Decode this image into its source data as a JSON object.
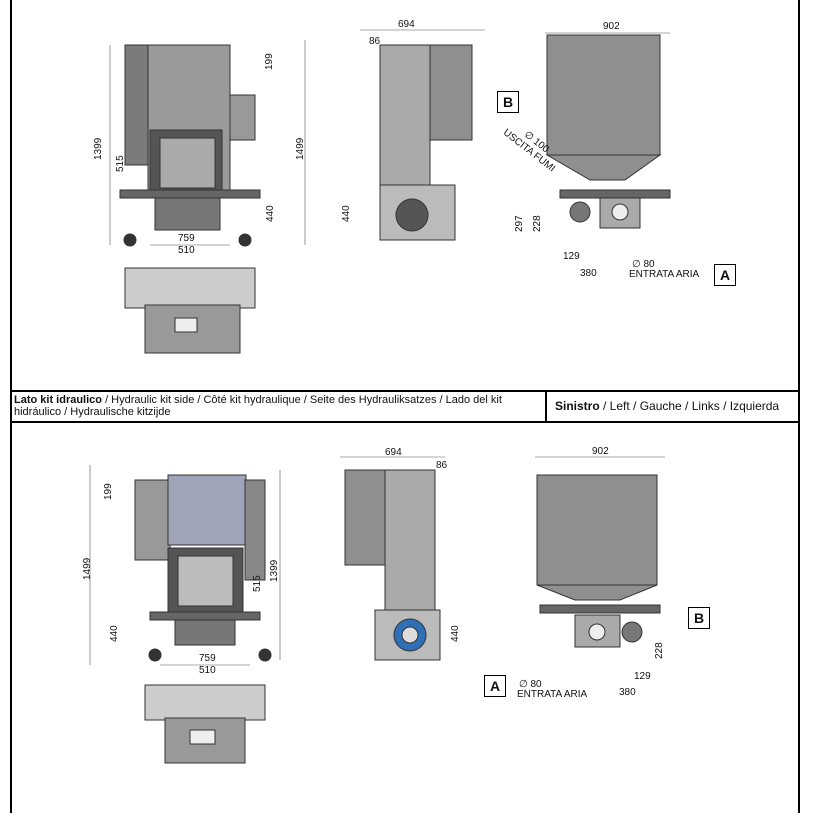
{
  "caption_left": {
    "bold": "Lato kit idraulico",
    "rest": " / Hydraulic kit side / Côté kit hydraulique / Seite des Hydrauliksatzes / Lado del kit hidráulico / Hydraulische kitzijde"
  },
  "caption_right": {
    "bold": "Sinistro",
    "rest": " / Left / Gauche / Links / Izquierda"
  },
  "top": {
    "d694": "694",
    "d86": "86",
    "d902": "902",
    "d199": "199",
    "d1399": "1399",
    "d1499": "1499",
    "d515": "515",
    "d440a": "440",
    "d440b": "440",
    "d759": "759",
    "d510": "510",
    "boxB": "B",
    "fumi_dia": "∅ 100",
    "fumi": "USCITA FUMI",
    "d297": "297",
    "d228": "228",
    "d129": "129",
    "d380": "380",
    "aria_dia": "∅ 80",
    "aria": "ENTRATA ARIA",
    "boxA": "A"
  },
  "bottom": {
    "d694": "694",
    "d86": "86",
    "d902": "902",
    "d199": "199",
    "d1499": "1499",
    "d515": "515",
    "d1399": "1399",
    "d440a": "440",
    "d440b": "440",
    "d759": "759",
    "d510": "510",
    "boxB": "B",
    "d228": "228",
    "d129": "129",
    "d380": "380",
    "aria_dia": "∅ 80",
    "aria": "ENTRATA ARIA",
    "boxA": "A"
  }
}
